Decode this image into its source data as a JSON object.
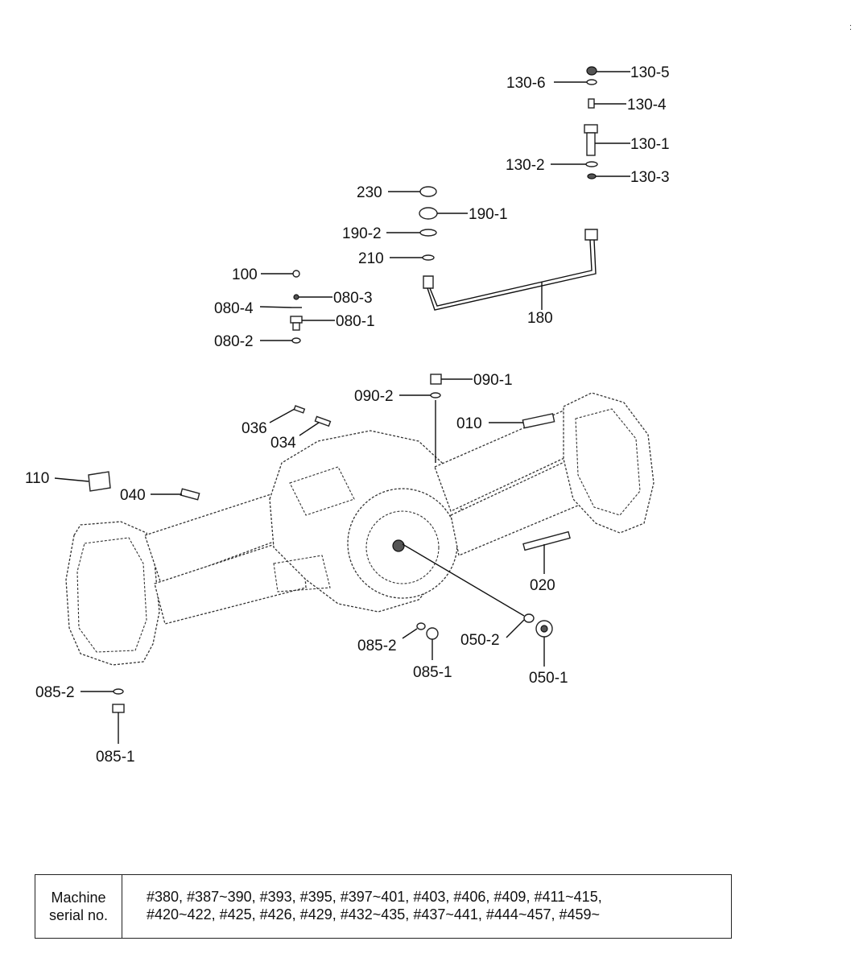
{
  "corner_mark": ":",
  "callouts": {
    "c130_5": "130-5",
    "c130_6": "130-6",
    "c130_4": "130-4",
    "c130_1": "130-1",
    "c130_2": "130-2",
    "c130_3": "130-3",
    "c230": "230",
    "c190_1": "190-1",
    "c190_2": "190-2",
    "c210": "210",
    "c180": "180",
    "c100": "100",
    "c080_3": "080-3",
    "c080_4": "080-4",
    "c080_1": "080-1",
    "c080_2": "080-2",
    "c090_1": "090-1",
    "c090_2": "090-2",
    "c036": "036",
    "c034": "034",
    "c010": "010",
    "c110": "110",
    "c040": "040",
    "c020": "020",
    "c085_2a": "085-2",
    "c085_1a": "085-1",
    "c050_2": "050-2",
    "c050_1": "050-1",
    "c085_2b": "085-2",
    "c085_1b": "085-1"
  },
  "serial_table": {
    "header_line1": "Machine",
    "header_line2": "serial no.",
    "line1": "#380, #387~390, #393, #395, #397~401, #403, #406, #409, #411~415,",
    "line2": "#420~422, #425, #426, #429, #432~435, #437~441, #444~457, #459~"
  }
}
